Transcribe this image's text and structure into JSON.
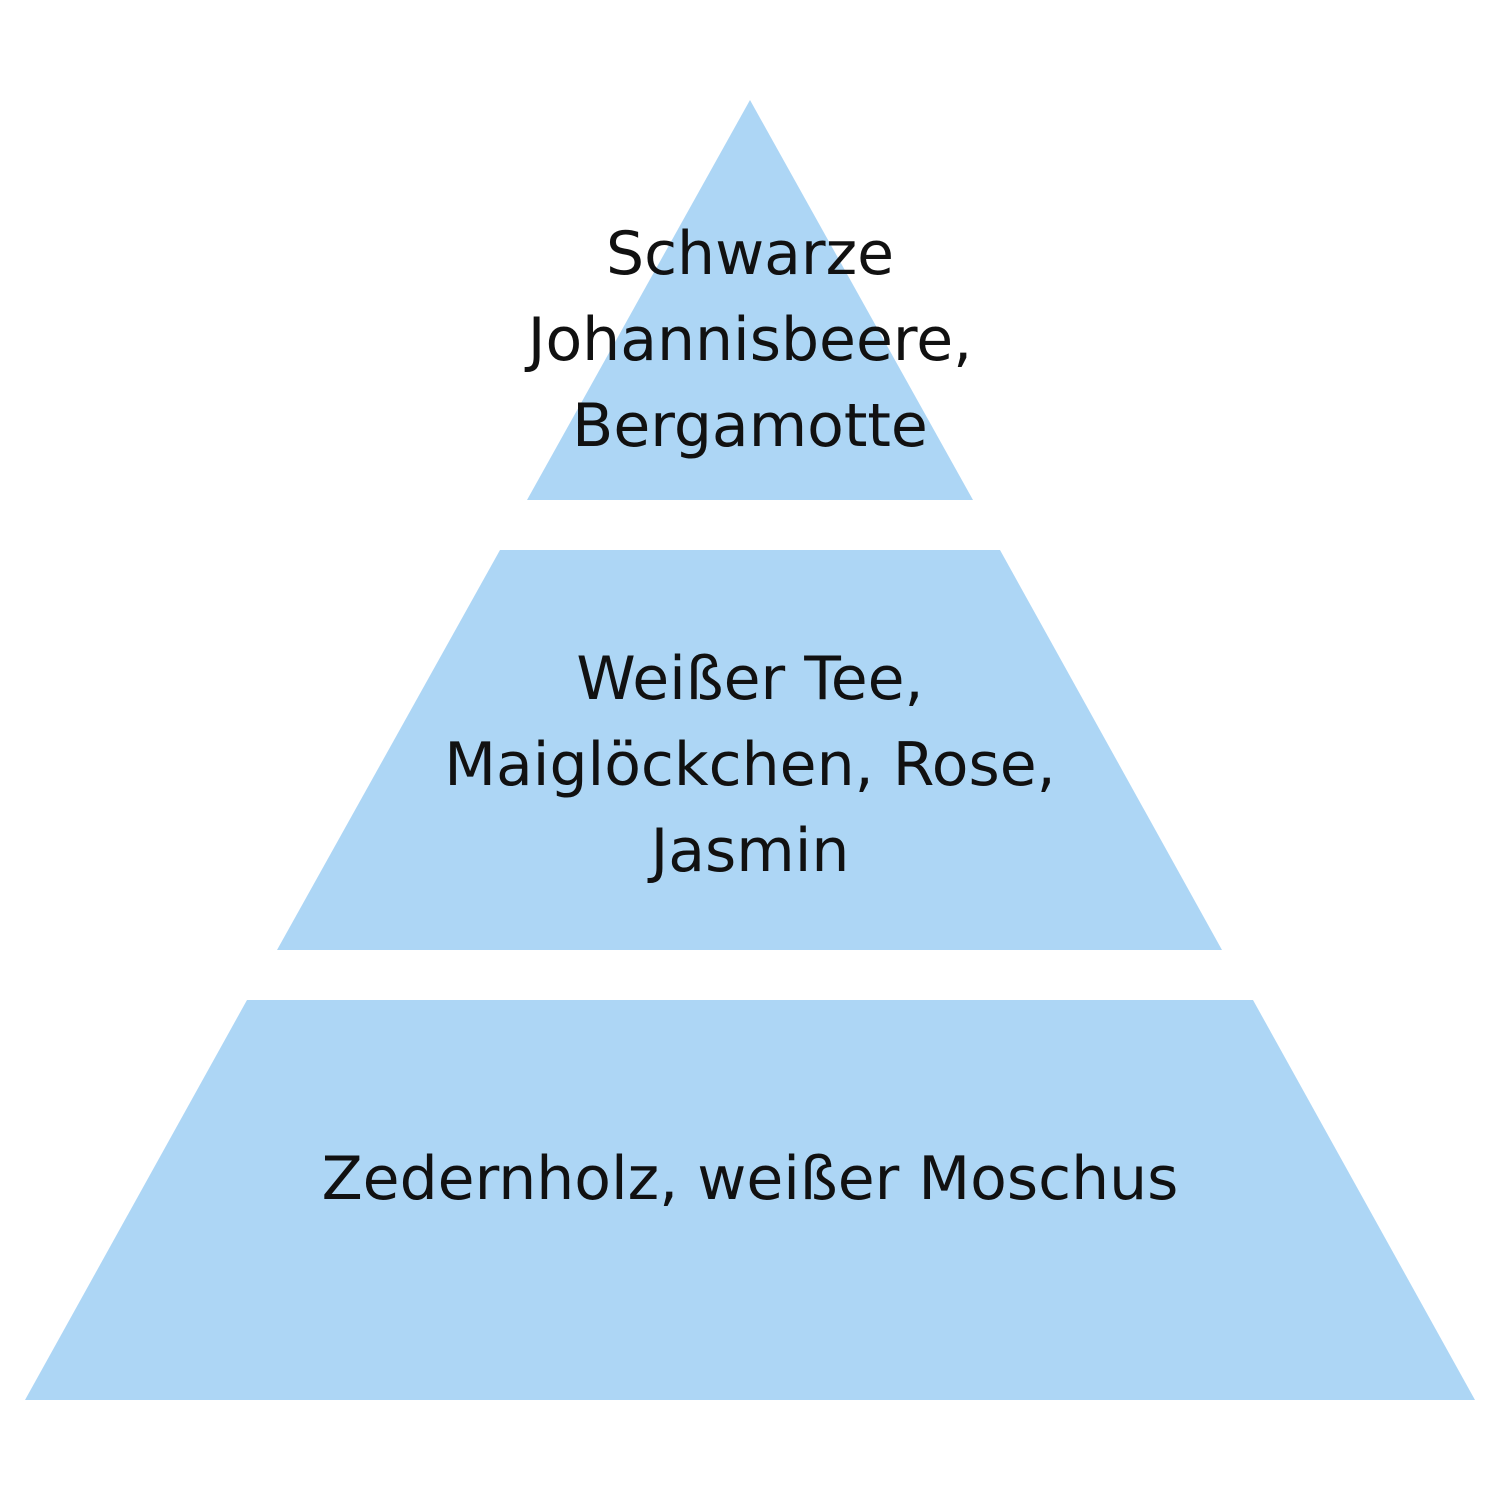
{
  "colors": {
    "background": "#ffffff",
    "tier_fill": "#add6f5",
    "text": "#111111"
  },
  "tiers": [
    {
      "lines": [
        "Schwarze",
        "Johannisbeere,",
        "Bergamotte"
      ]
    },
    {
      "lines": [
        "Weißer Tee,",
        "Maiglöckchen, Rose,",
        "Jasmin"
      ]
    },
    {
      "lines": [
        "Zedernholz, weißer Moschus"
      ]
    }
  ]
}
